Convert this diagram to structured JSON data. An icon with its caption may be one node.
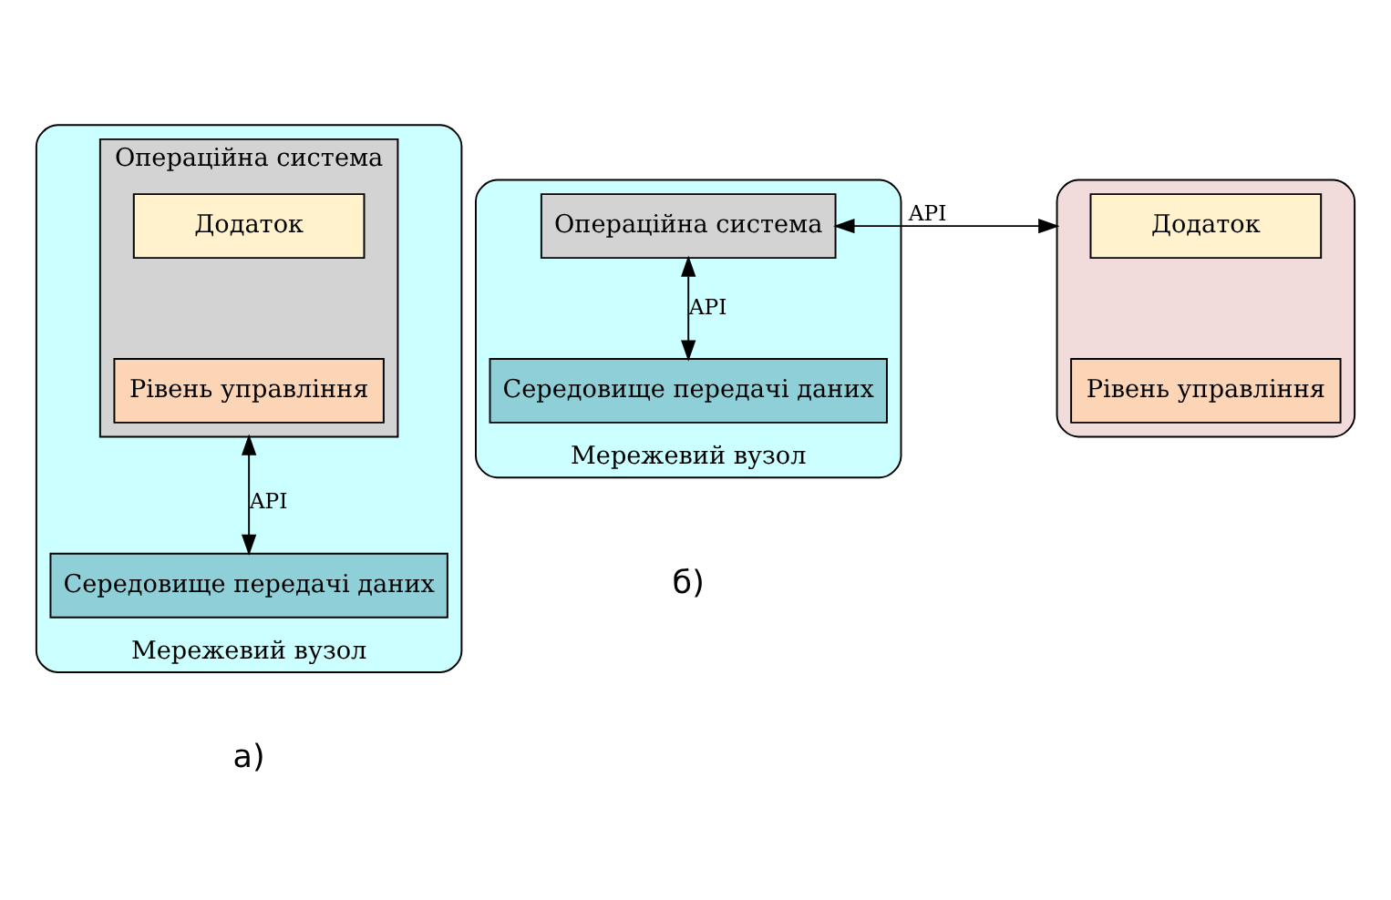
{
  "diagram": {
    "nodes": [
      {
        "text": [
          "Мережевий вузол"
        ]
      },
      {
        "text": [
          "Операційна система"
        ],
        "in": 0
      },
      {
        "text": [
          "Додаток"
        ],
        "in": 1
      },
      {
        "text": [
          "Рівень управління"
        ],
        "in": 1
      },
      {
        "text": [
          "Середовище передачі даних"
        ],
        "in": 0
      },
      {
        "text": [
          "Мережевий вузол"
        ]
      },
      {
        "text": [
          "Операційна система"
        ],
        "in": 5
      },
      {
        "text": [
          "Середовище передачі даних"
        ],
        "in": 5
      },
      {
        "text": [],
        "shape": "box"
      },
      {
        "text": [
          "Додаток"
        ],
        "in": 8
      },
      {
        "text": [
          "Рівень управління"
        ],
        "in": 8
      }
    ],
    "edges": [
      {
        "from": 1,
        "to": 4,
        "arrow": "both",
        "label": "API"
      },
      {
        "from": 6,
        "to": 7,
        "arrow": "both",
        "label": "API"
      },
      {
        "from": 6,
        "to": 8,
        "arrow": "both",
        "label": "API"
      }
    ],
    "labels": [
      "а)",
      "б)"
    ]
  }
}
